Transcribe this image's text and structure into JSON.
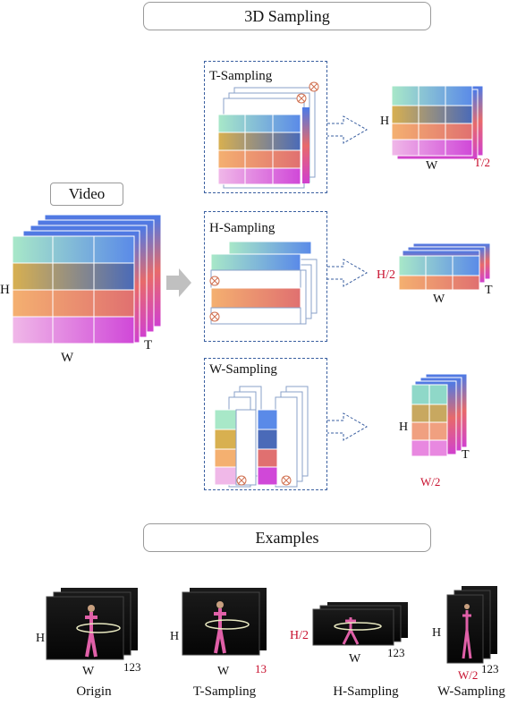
{
  "header": {
    "title": "3D Sampling"
  },
  "video": {
    "label": "Video",
    "axis_h": "H",
    "axis_w": "W",
    "axis_t": "T"
  },
  "panels": [
    {
      "title": "T-Sampling",
      "out_h": "H",
      "out_w": "W",
      "out_t": "T/2"
    },
    {
      "title": "H-Sampling",
      "out_h": "H/2",
      "out_w": "W",
      "out_t": "T"
    },
    {
      "title": "W-Sampling",
      "out_h": "H",
      "out_w": "W/2",
      "out_t": "T"
    }
  ],
  "examples": {
    "title": "Examples",
    "items": [
      {
        "caption": "Origin",
        "h": "H",
        "w": "W",
        "frames": "123"
      },
      {
        "caption": "T-Sampling",
        "h": "H",
        "w": "W",
        "frames": "13"
      },
      {
        "caption": "H-Sampling",
        "h": "H/2",
        "w": "W",
        "frames": "123"
      },
      {
        "caption": "W-Sampling",
        "h": "H",
        "w": "W/2",
        "frames": "123"
      }
    ]
  },
  "colors": {
    "cube_row1": "#8fe0c4",
    "cube_row2": "#d8b04a",
    "cube_row3": "#f2a070",
    "cube_row4": "#e070e0",
    "cube_blue": "#3a7ae0",
    "panel_border": "#3a5fa0",
    "red_label": "#c8102e",
    "arrow": "#3a5fa0"
  }
}
